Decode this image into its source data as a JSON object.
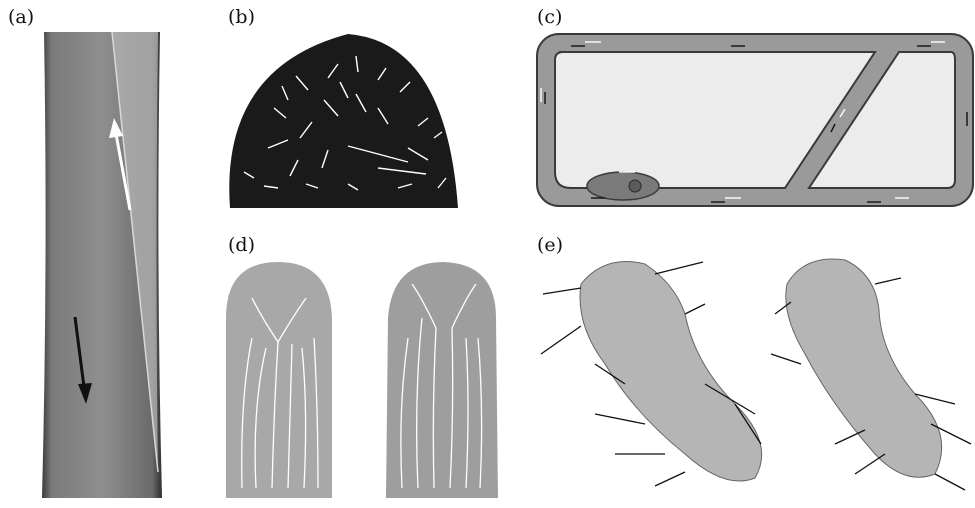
{
  "figure": {
    "panels": [
      {
        "label": "(a)"
      },
      {
        "label": "(b)"
      },
      {
        "label": "(c)"
      },
      {
        "label": "(d)"
      },
      {
        "label": "(e)"
      }
    ]
  },
  "colors": {
    "cell_outline": "#3a3a3a",
    "cell_fill": "#ececec",
    "cell_wall": "#9a9a9a",
    "panel_a_background": "#8c8c8c",
    "panel_b_background": "#1a1a1a",
    "panel_d_background": "#a9a9a9",
    "panel_e_tissue": "#b5b5b5",
    "arrow_white": "#ffffff",
    "arrow_black": "#111111"
  }
}
